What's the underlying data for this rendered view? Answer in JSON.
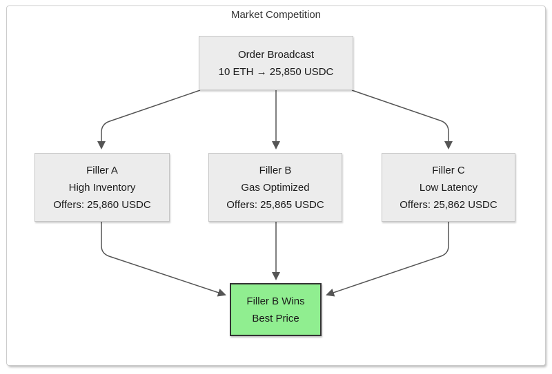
{
  "title": "Market Competition",
  "nodes": {
    "order": {
      "lines": [
        "Order Broadcast",
        "10 ETH → 25,850 USDC"
      ]
    },
    "filler_a": {
      "lines": [
        "Filler A",
        "High Inventory",
        "Offers: 25,860 USDC"
      ]
    },
    "filler_b": {
      "lines": [
        "Filler B",
        "Gas Optimized",
        "Offers: 25,865 USDC"
      ]
    },
    "filler_c": {
      "lines": [
        "Filler C",
        "Low Latency",
        "Offers: 25,862 USDC"
      ]
    },
    "winner": {
      "lines": [
        "Filler B Wins",
        "Best Price"
      ]
    }
  },
  "edges": [
    {
      "from": "order",
      "to": "filler_a"
    },
    {
      "from": "order",
      "to": "filler_b"
    },
    {
      "from": "order",
      "to": "filler_c"
    },
    {
      "from": "filler_a",
      "to": "winner"
    },
    {
      "from": "filler_b",
      "to": "winner"
    },
    {
      "from": "filler_c",
      "to": "winner"
    }
  ],
  "colors": {
    "node_fill": "#ececec",
    "node_border": "#c6c6c6",
    "winner_fill": "#90ee90",
    "winner_border": "#333333",
    "edge": "#555555",
    "frame_border": "#cccccc",
    "title_text": "#333333",
    "node_text": "#1a1a1a"
  }
}
